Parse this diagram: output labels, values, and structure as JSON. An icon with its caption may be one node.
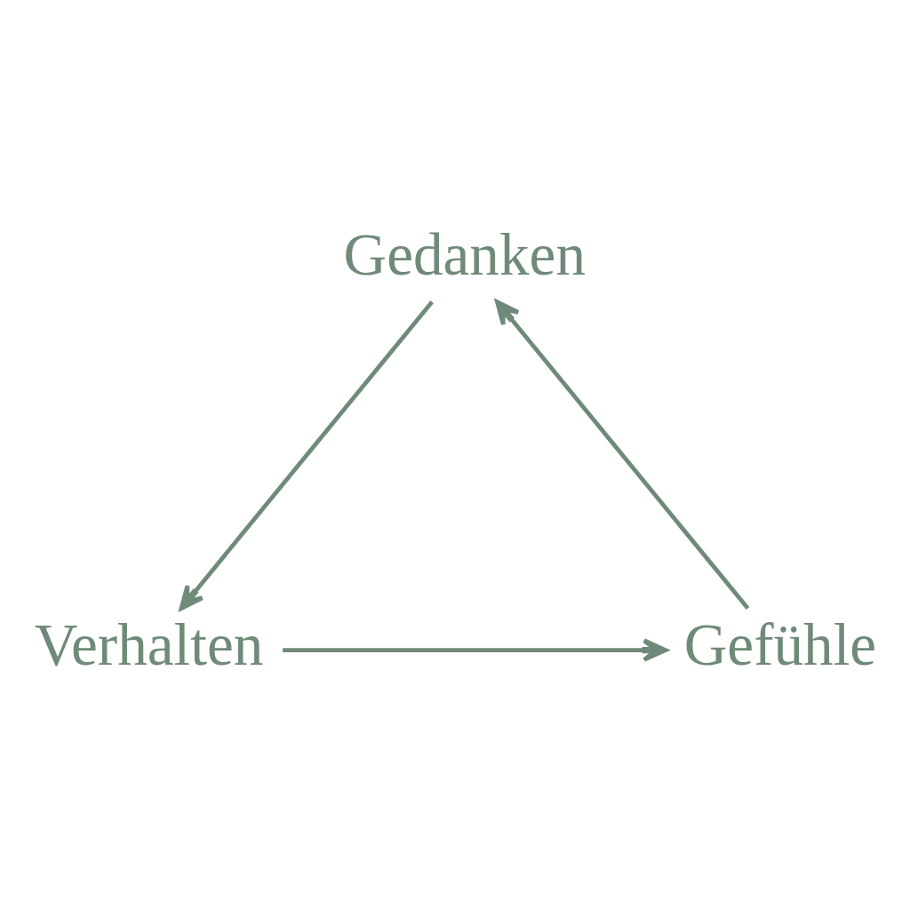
{
  "diagram": {
    "nodes": [
      {
        "text": [
          "Gedanken"
        ]
      },
      {
        "text": [
          "Gefühle"
        ]
      },
      {
        "text": [
          "Verhalten"
        ]
      }
    ],
    "edges": [
      {
        "from": 1,
        "to": 0,
        "arrow": "to"
      },
      {
        "from": 0,
        "to": 2,
        "arrow": "to"
      },
      {
        "from": 2,
        "to": 1,
        "arrow": "to"
      }
    ]
  }
}
